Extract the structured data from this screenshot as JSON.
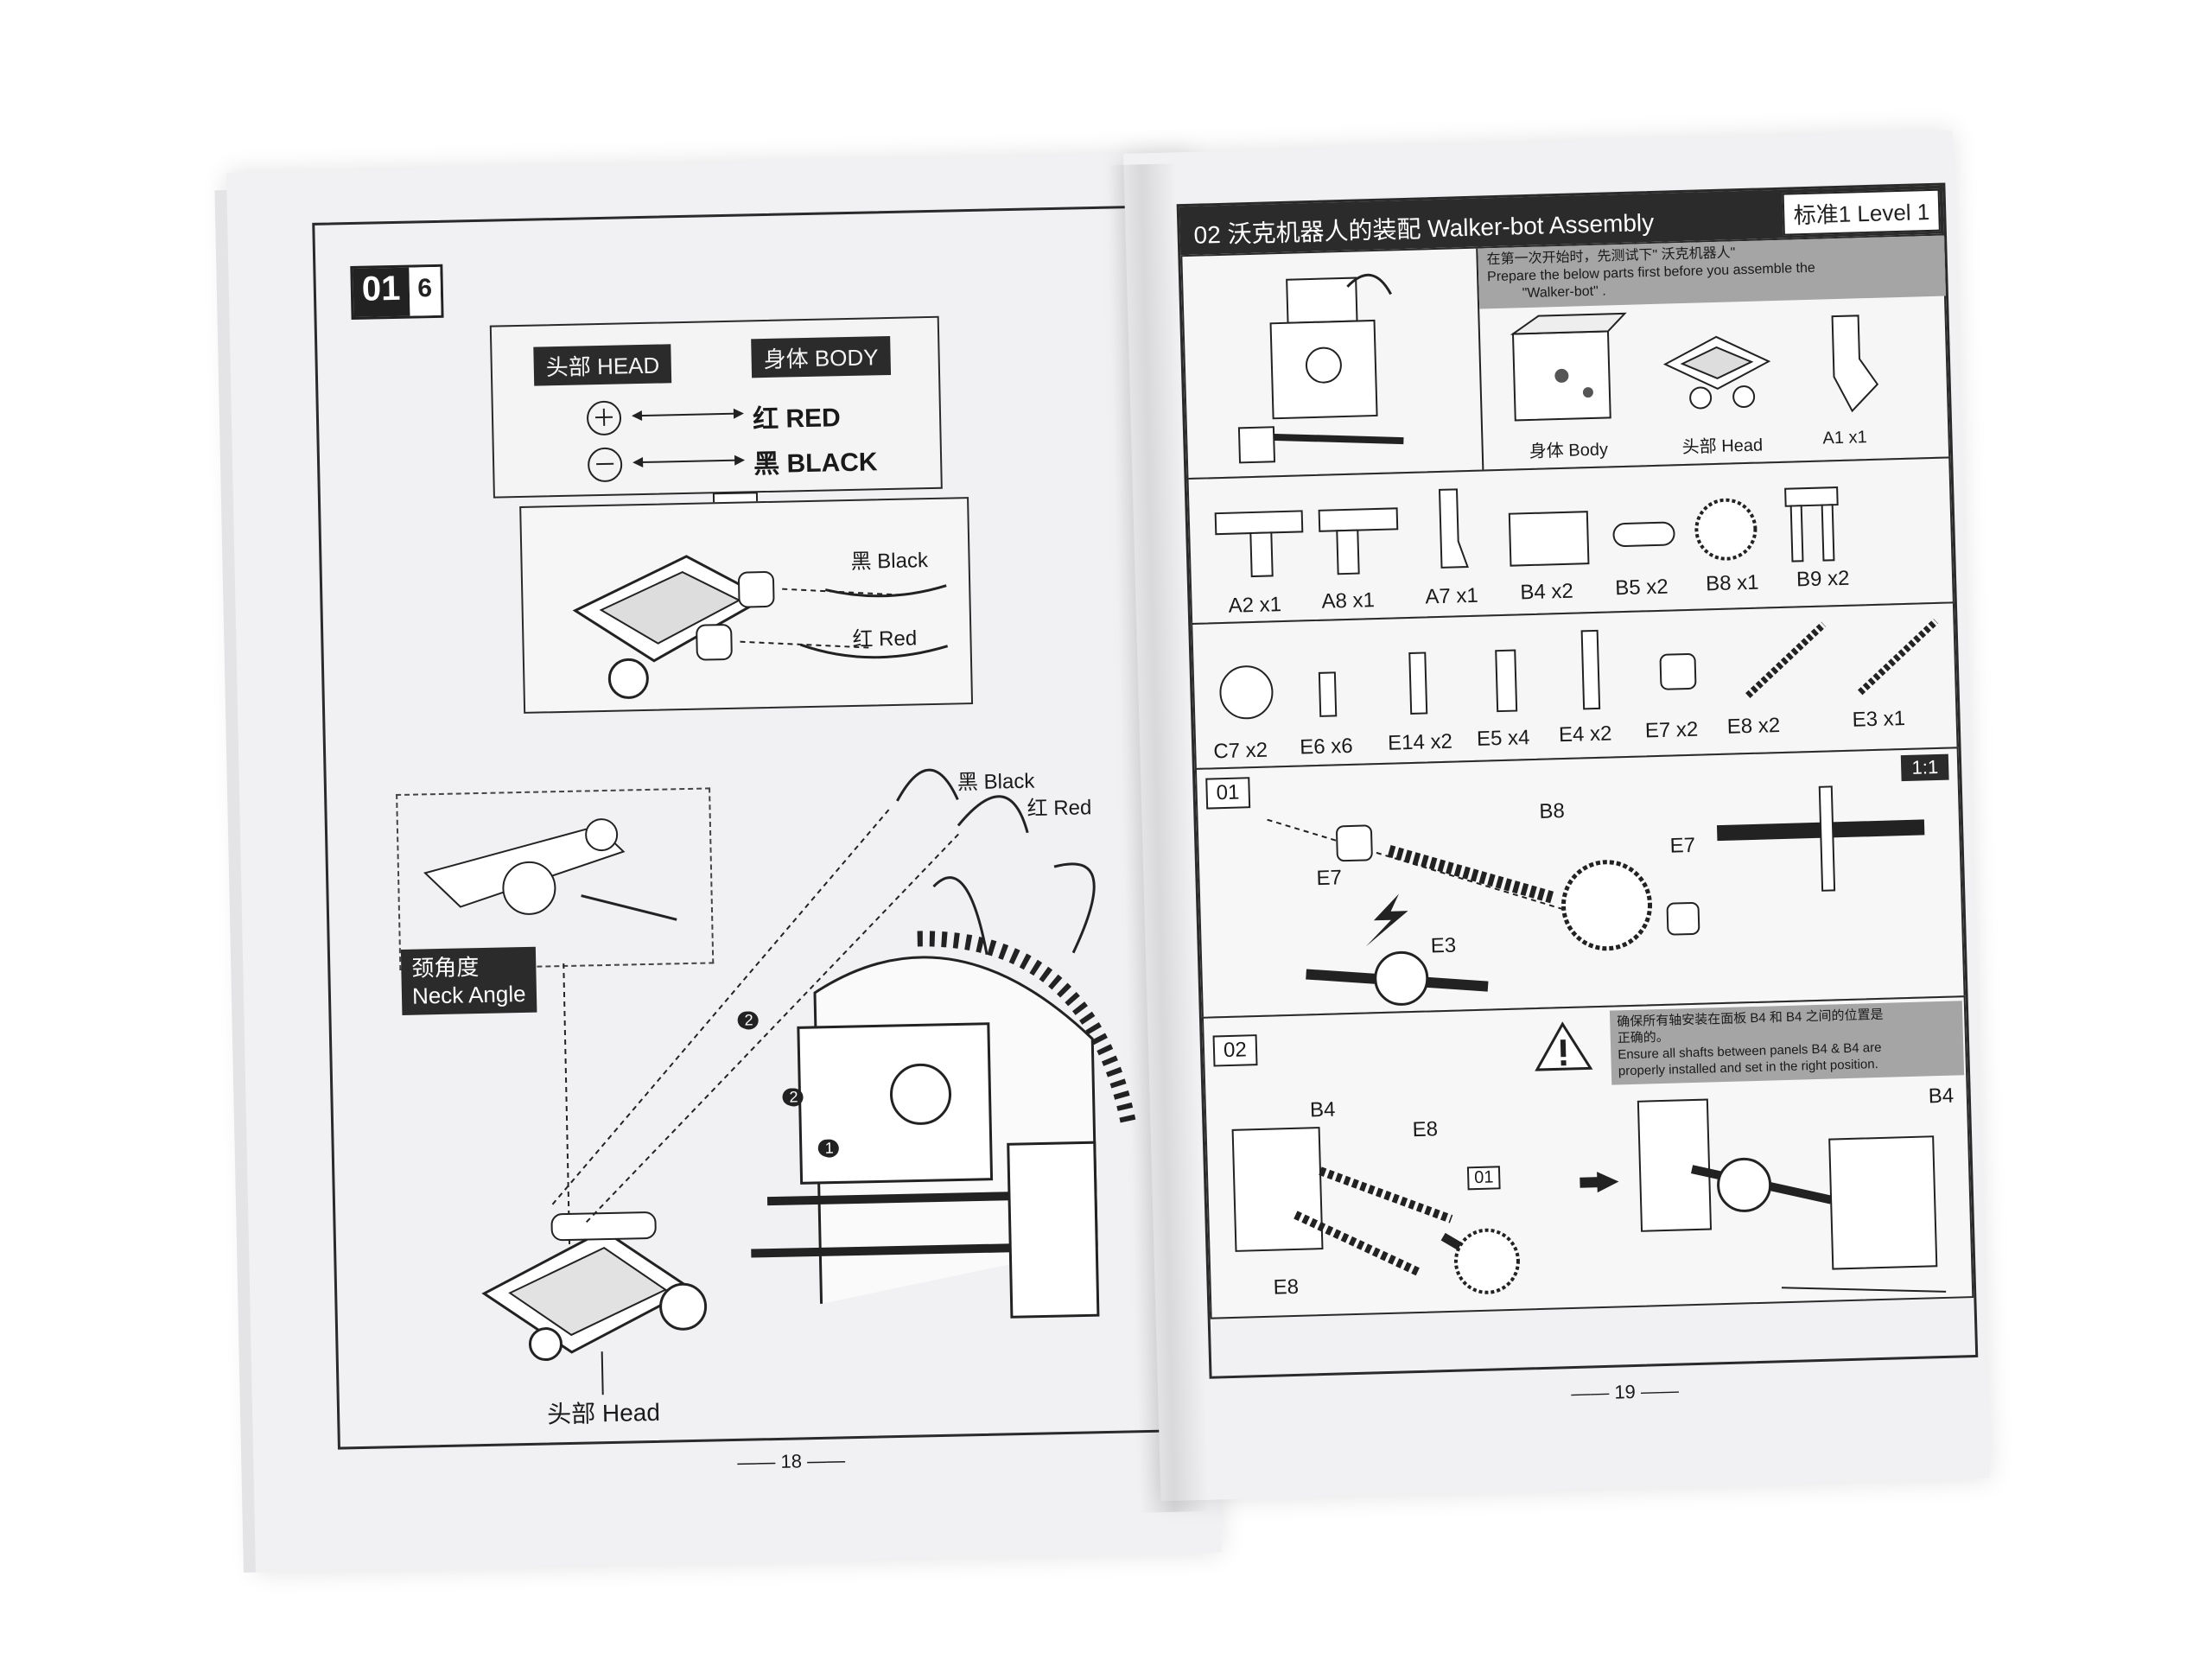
{
  "left_page": {
    "step_badge": {
      "num": "01",
      "total": "6"
    },
    "wire_box": {
      "head_chip": "头部 HEAD",
      "body_chip": "身体 BODY",
      "plus_mapping": "红 RED",
      "minus_mapping": "黑 BLACK",
      "black_label": "黑 Black",
      "red_label": "红 Red"
    },
    "neck_angle": {
      "zh": "颈角度",
      "en": "Neck Angle"
    },
    "main_black_label": "黑 Black",
    "main_red_label": "红 Red",
    "head_label": "头部 Head",
    "markers": [
      "2",
      "2",
      "1"
    ],
    "page_number": "18"
  },
  "right_page": {
    "header_title": "02 沃克机器人的装配  Walker-bot Assembly",
    "header_level": "标准1 Level 1",
    "intro_zh": "在第一次开始时，先测试下\" 沃克机器人\"",
    "intro_en1": "Prepare the below parts first before you assemble the",
    "intro_en2": "\"Walker-bot\" .",
    "prep_parts": [
      "身体 Body",
      "头部 Head",
      "A1 x1"
    ],
    "parts_row1": [
      "A2 x1",
      "A8 x1",
      "A7 x1",
      "B4 x2",
      "B5 x2",
      "B8 x1",
      "B9 x2"
    ],
    "parts_row2": [
      "C7 x2",
      "E6 x6",
      "E14 x2",
      "E5 x4",
      "E4 x2",
      "E7 x2",
      "E8 x2",
      "E3 x1"
    ],
    "step01": {
      "num": "01",
      "scale": "1:1",
      "labels": [
        "B8",
        "E7",
        "E7",
        "E3"
      ]
    },
    "step02": {
      "num": "02",
      "warn_zh1": "确保所有轴安装在面板 B4 和 B4 之间的位置是",
      "warn_zh2": "正确的。",
      "warn_en1": "Ensure all shafts between panels B4 & B4 are",
      "warn_en2": "properly installed and set in the right position.",
      "labels": [
        "B4",
        "E8",
        "01",
        "E8",
        "B4"
      ]
    },
    "page_number": "19"
  }
}
